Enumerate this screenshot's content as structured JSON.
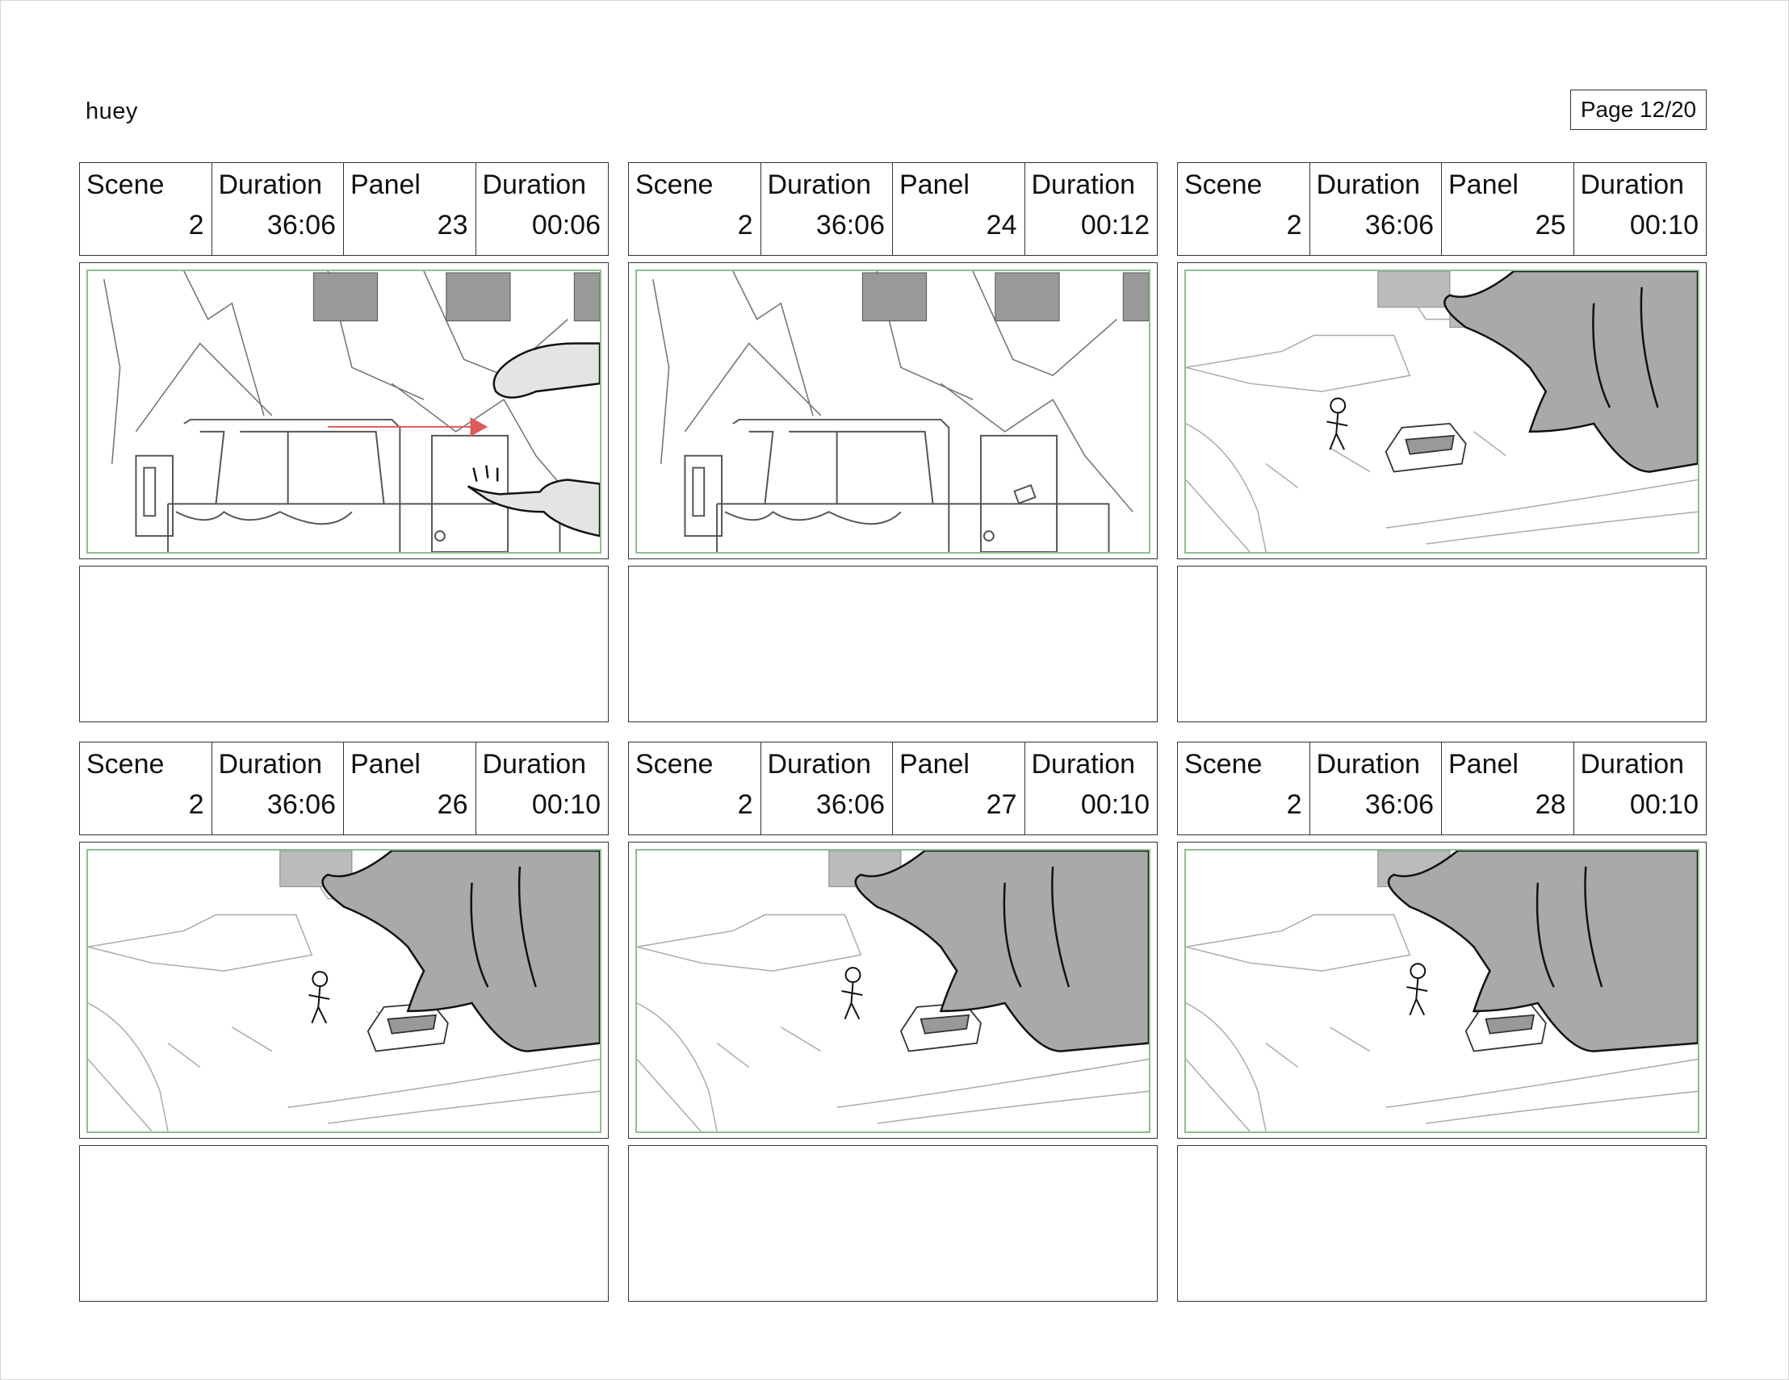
{
  "header": {
    "project_name": "huey",
    "page": "Page 12/20"
  },
  "labels": {
    "scene": "Scene",
    "duration": "Duration",
    "panel": "Panel"
  },
  "panels": [
    {
      "scene": "2",
      "scene_duration": "36:06",
      "panel": "23",
      "panel_duration": "00:06",
      "notes": "",
      "sketch": "truck-closeup-with-arrow"
    },
    {
      "scene": "2",
      "scene_duration": "36:06",
      "panel": "24",
      "panel_duration": "00:12",
      "notes": "",
      "sketch": "truck-closeup"
    },
    {
      "scene": "2",
      "scene_duration": "36:06",
      "panel": "25",
      "panel_duration": "00:10",
      "notes": "",
      "sketch": "street-wide-giant-hand"
    },
    {
      "scene": "2",
      "scene_duration": "36:06",
      "panel": "26",
      "panel_duration": "00:10",
      "notes": "",
      "sketch": "street-wide-giant-hand"
    },
    {
      "scene": "2",
      "scene_duration": "36:06",
      "panel": "27",
      "panel_duration": "00:10",
      "notes": "",
      "sketch": "street-wide-giant-hand"
    },
    {
      "scene": "2",
      "scene_duration": "36:06",
      "panel": "28",
      "panel_duration": "00:10",
      "notes": "",
      "sketch": "street-wide-giant-hand"
    }
  ],
  "colors": {
    "safe_frame": "#8fbf8f",
    "motion_arrow": "#e05a5a",
    "hand_fill": "#a9a9a9"
  }
}
